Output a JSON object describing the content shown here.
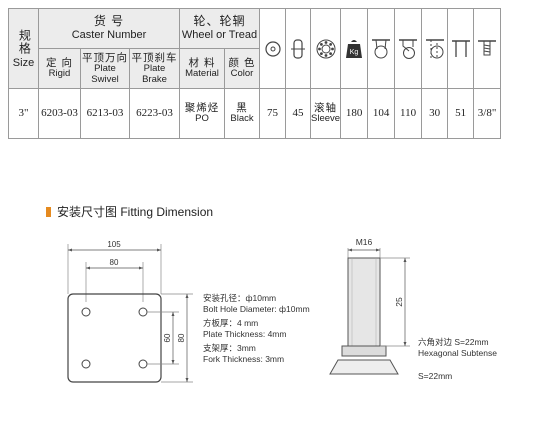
{
  "table": {
    "size_cn": "规格",
    "size_en": "Size",
    "caster_number_cn": "货 号",
    "caster_number_en": "Caster Number",
    "wheel_cn": "轮、轮辋",
    "wheel_en": "Wheel or Tread",
    "rigid_cn": "定 向",
    "rigid_en": "Rigid",
    "swivel_cn": "平顶万向",
    "swivel_en": "Plate Swivel",
    "brake_cn": "平顶刹车",
    "brake_en": "Plate Brake",
    "material_cn": "材 料",
    "material_en": "Material",
    "color_cn": "颜 色",
    "color_en": "Color",
    "kg_label": "Kg",
    "row": {
      "size": "3\"",
      "rigid": "6203-03",
      "swivel": "6213-03",
      "brake": "6223-03",
      "material_cn": "聚烯烃",
      "material_en": "PO",
      "color_cn": "黑",
      "color_en": "Black",
      "diameter": "75",
      "width": "45",
      "bearing_cn": "滚轴",
      "bearing_en": "Sleeve",
      "load": "180",
      "height_rigid": "104",
      "height_swivel": "110",
      "offset": "30",
      "plate_gap": "51",
      "thread": "3/8\""
    },
    "icons": [
      "wheel-side-icon",
      "wheel-front-icon",
      "bearing-icon",
      "load-weight-icon",
      "height-rigid-icon",
      "height-swivel-icon",
      "offset-icon",
      "plate-gap-icon",
      "thread-stem-icon"
    ]
  },
  "section": {
    "title": "安装尺寸图 Fitting Dimension",
    "accent": "#e58a1f"
  },
  "plate_drawing": {
    "outer_width": "105",
    "hole_width": "80",
    "hole_height": "60",
    "outer_height": "80"
  },
  "plate_notes": {
    "bolt_cn": "安装孔径：ф10mm",
    "bolt_en": "Bolt Hole Diameter: ф10mm",
    "plate_cn": "方板厚：4 mm",
    "plate_en": "Plate Thickness: 4mm",
    "fork_cn": "支架厚：3mm",
    "fork_en": "Fork Thickness:  3mm"
  },
  "stem_drawing": {
    "thread": "M16",
    "length": "25"
  },
  "stem_notes": {
    "hex_cn": "六角对边  S=22mm",
    "hex_en": "Hexagonal Subtense",
    "s_value": "S=22mm"
  }
}
